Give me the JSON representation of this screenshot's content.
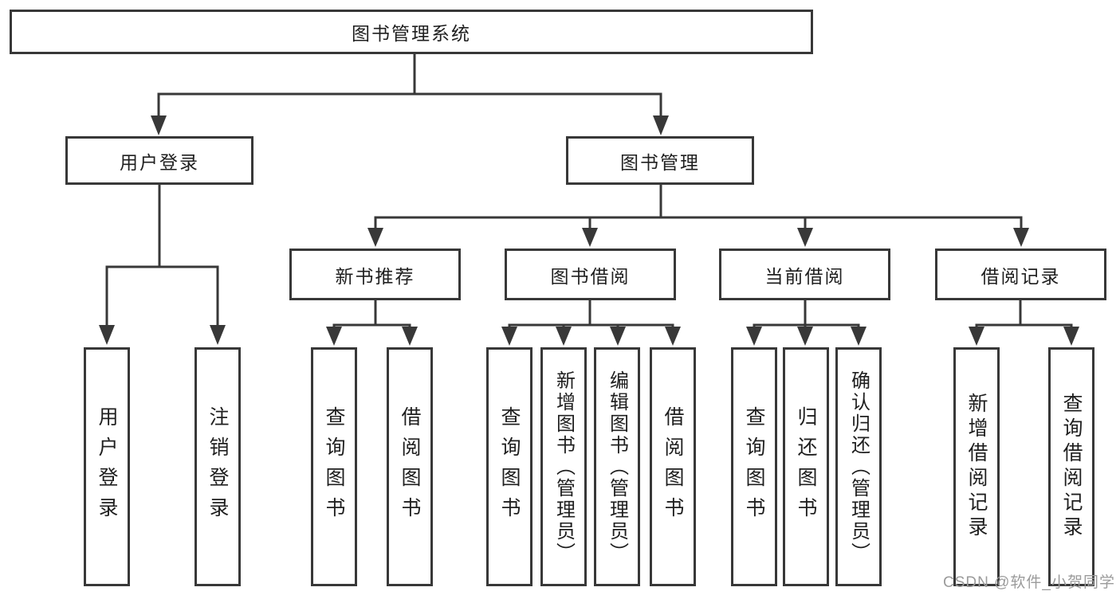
{
  "diagram": {
    "title": "图书管理系统",
    "watermark": "CSDN @软件_小贺同学",
    "nodes": {
      "root": "图书管理系统",
      "user_login": "用户登录",
      "book_manage": "图书管理",
      "new_book_recommend": "新书推荐",
      "book_borrow": "图书借阅",
      "current_borrow": "当前借阅",
      "borrow_record": "借阅记录",
      "leaf_user_login": "用户登录",
      "leaf_logout": "注销登录",
      "leaf_query_book_rec": "查询图书",
      "leaf_borrow_book_rec": "借阅图书",
      "leaf_query_book_borrow": "查询图书",
      "leaf_add_book_admin": "新增图书（管理员）",
      "leaf_edit_book_admin": "编辑图书（管理员）",
      "leaf_borrow_book_borrow": "借阅图书",
      "leaf_query_book_current": "查询图书",
      "leaf_return_book": "归还图书",
      "leaf_confirm_return_admin": "确认归还（管理员）",
      "leaf_add_borrow_record": "新增借阅记录",
      "leaf_query_borrow_record": "查询借阅记录"
    },
    "edge_color": "#383838",
    "background_color": "#ffffff"
  }
}
